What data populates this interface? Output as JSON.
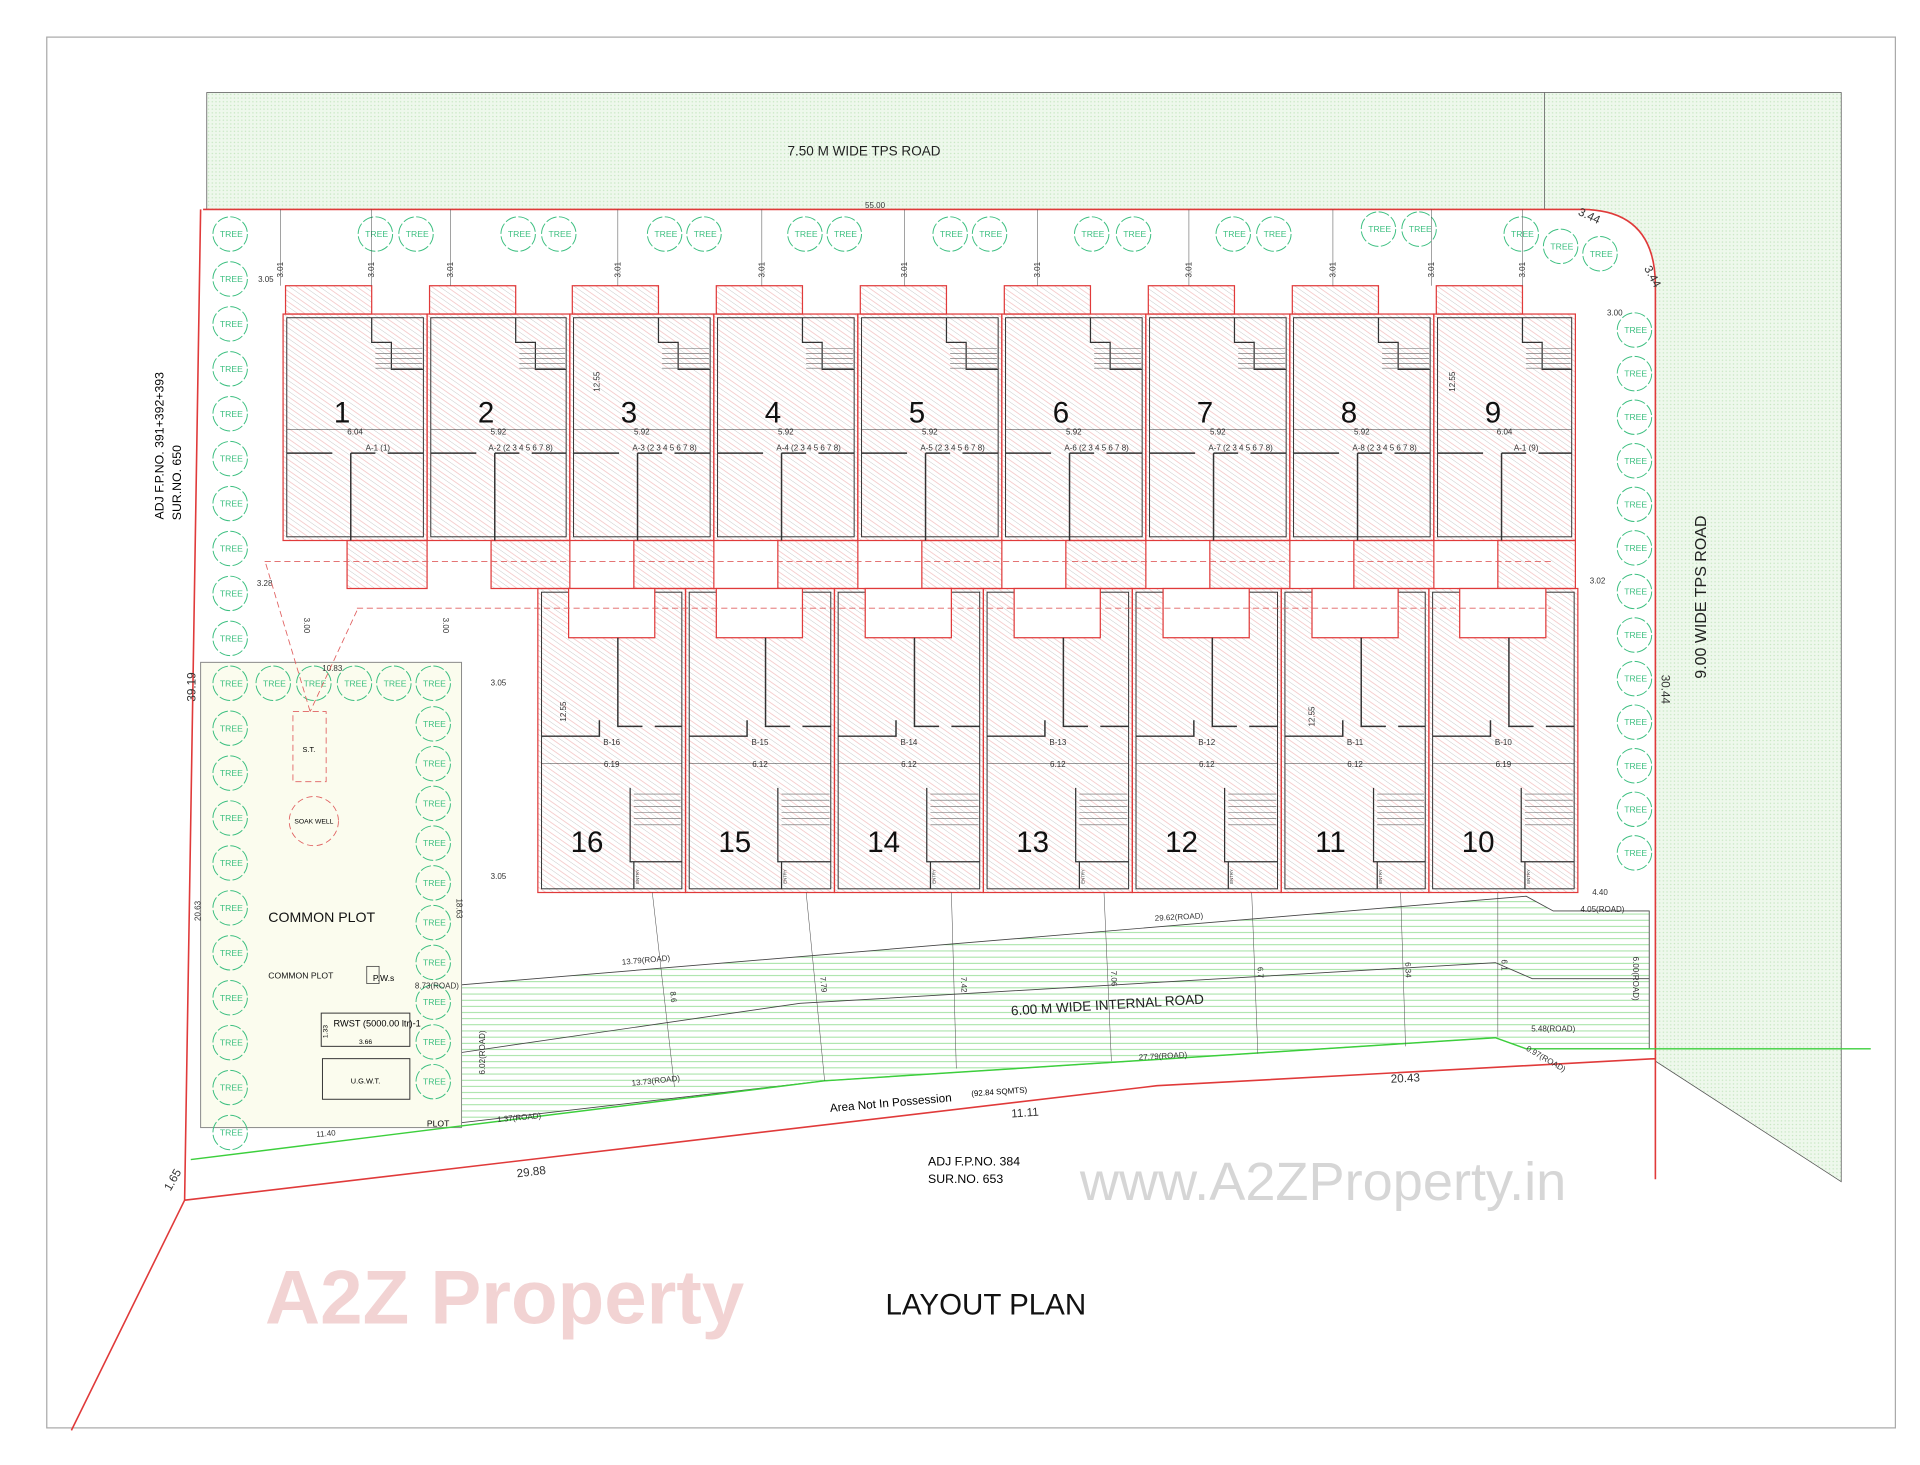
{
  "title": "LAYOUT PLAN",
  "roads": {
    "top": "7.50 M WIDE TPS ROAD",
    "right": "9.00 WIDE TPS ROAD",
    "internal": "6.00 M WIDE INTERNAL ROAD"
  },
  "adjacent": {
    "left_line1": "ADJ F.P.NO. 391+392+393",
    "left_line2": "SUR.NO.  650",
    "bottom_line1": "ADJ F.P.NO. 384",
    "bottom_line2": "SUR.NO.  653"
  },
  "area_not_in_possession": "Area Not In Possession",
  "area_not_in_possession_size": "(92.84 SQMTS)",
  "common_plot": {
    "title": "COMMON PLOT",
    "small_label": "COMMON PLOT",
    "pws": "P.W.s",
    "rwst": "RWST (5000.00 ltr)-1",
    "rwst_width": "3.66",
    "rwst_depth": "1.33",
    "ugwt": "U.G.W.T.",
    "septic_tank": "S.T.",
    "soak_well": "SOAK WELL",
    "plot": "PLOT"
  },
  "tree_label": "TREE",
  "watermark": {
    "logo": "A2Z Property",
    "url": "www.A2ZProperty.in"
  },
  "colors": {
    "boundary": "#e03a3a",
    "tree": "#3cbf80",
    "road_hatch": "#7fd67f",
    "tps_road": "#e6f4e2",
    "possession_line": "#3ccf3c"
  },
  "row_a": [
    {
      "number": "1",
      "label": "A-1 (1)",
      "width": "6.04"
    },
    {
      "number": "2",
      "label": "A-2 (2 3 4 5 6 7 8)",
      "width": "5.92"
    },
    {
      "number": "3",
      "label": "A-3 (2 3 4 5 6 7 8)",
      "width": "5.92"
    },
    {
      "number": "4",
      "label": "A-4 (2 3 4 5 6 7 8)",
      "width": "5.92"
    },
    {
      "number": "5",
      "label": "A-5 (2 3 4 5 6 7 8)",
      "width": "5.92"
    },
    {
      "number": "6",
      "label": "A-6 (2 3 4 5 6 7 8)",
      "width": "5.92"
    },
    {
      "number": "7",
      "label": "A-7 (2 3 4 5 6 7 8)",
      "width": "5.92"
    },
    {
      "number": "8",
      "label": "A-8 (2 3 4 5 6 7 8)",
      "width": "5.92"
    },
    {
      "number": "9",
      "label": "A-1 (9)",
      "width": "6.04"
    }
  ],
  "row_b": [
    {
      "number": "16",
      "label": "B-16",
      "width": "6.19"
    },
    {
      "number": "15",
      "label": "B-15",
      "width": "6.12"
    },
    {
      "number": "14",
      "label": "B-14",
      "width": "6.12"
    },
    {
      "number": "13",
      "label": "B-13",
      "width": "6.12"
    },
    {
      "number": "12",
      "label": "B-12",
      "width": "6.12"
    },
    {
      "number": "11",
      "label": "B-11",
      "width": "6.12"
    },
    {
      "number": "10",
      "label": "B-10",
      "width": "6.19"
    }
  ],
  "entry_label": "ENTRY",
  "dimensions": [
    "55.00",
    "3.44",
    "3.44",
    "3.00",
    "3.02",
    "30.44",
    "39.19",
    "20.63",
    "3.05",
    "3.28",
    "3.00",
    "3.00",
    "10.83",
    "3.05",
    "3.05",
    "18.63",
    "12.55",
    "12.55",
    "12.55",
    "12.55",
    "29.62(ROAD)",
    "13.79(ROAD)",
    "8.73(ROAD)",
    "6.02(ROAD)",
    "13.73(ROAD)",
    "1.37(ROAD)",
    "27.79(ROAD)",
    "5.48(ROAD)",
    "0.97(ROAD)",
    "6.00(ROAD)",
    "4.05(ROAD)",
    "4.40",
    "8.6",
    "7.79",
    "7.42",
    "7.06",
    "6.7",
    "6.34",
    "6.1",
    "29.88",
    "11.11",
    "20.43",
    "1.65",
    "11.40"
  ],
  "setback_label": "3.01"
}
